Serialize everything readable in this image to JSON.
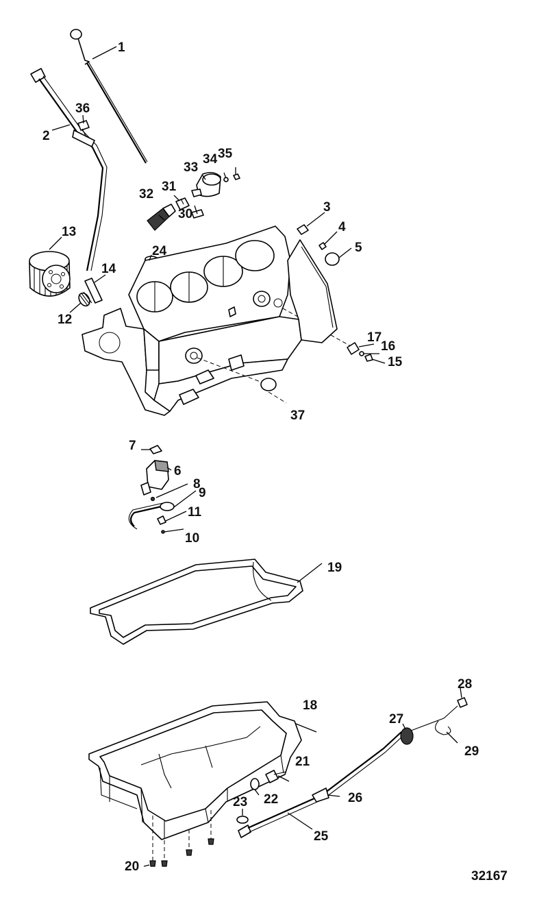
{
  "diagram": {
    "reference_number": "32167",
    "callouts": {
      "c1": "1",
      "c2": "2",
      "c3": "3",
      "c4": "4",
      "c5": "5",
      "c6": "6",
      "c7": "7",
      "c8": "8",
      "c9": "9",
      "c10": "10",
      "c11": "11",
      "c12": "12",
      "c13": "13",
      "c14": "14",
      "c15": "15",
      "c16": "16",
      "c17": "17",
      "c18": "18",
      "c19": "19",
      "c20": "20",
      "c21": "21",
      "c22": "22",
      "c23": "23",
      "c24": "24",
      "c25": "25",
      "c26": "26",
      "c27": "27",
      "c28": "28",
      "c29": "29",
      "c30": "30",
      "c31": "31",
      "c32": "32",
      "c33": "33",
      "c34": "34",
      "c35": "35",
      "c36": "36",
      "c37": "37"
    }
  }
}
